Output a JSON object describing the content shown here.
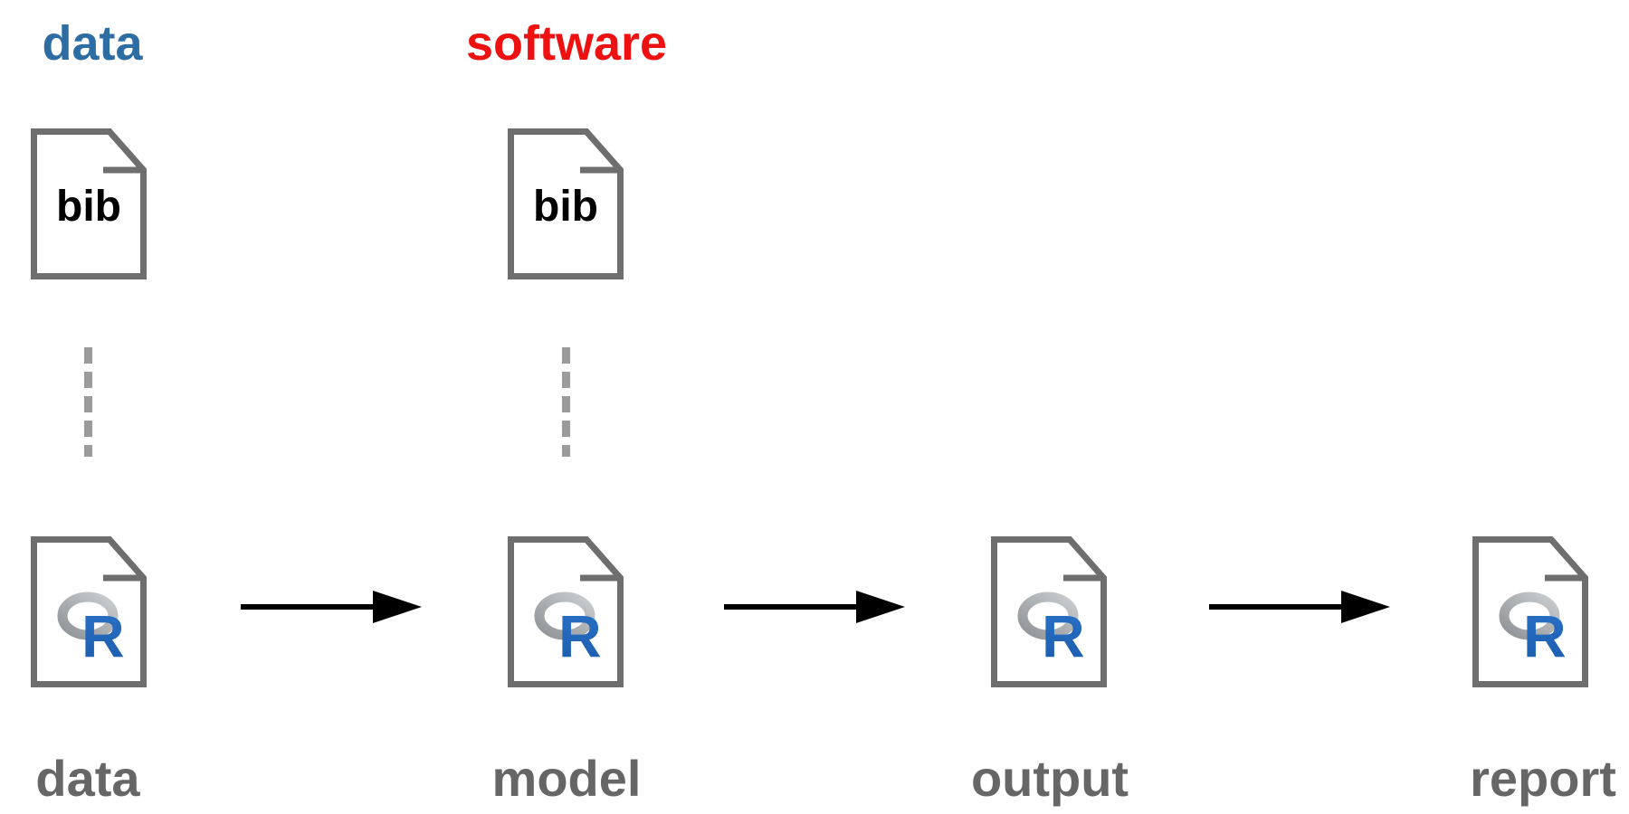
{
  "header": {
    "data_label": {
      "text": "data",
      "color": "#2e6da4"
    },
    "software_label": {
      "text": "software",
      "color": "#ee1111"
    }
  },
  "bib_files": [
    {
      "label": "bib",
      "column": "data"
    },
    {
      "label": "bib",
      "column": "model"
    }
  ],
  "r_logo": {
    "letter": "R"
  },
  "stages": [
    {
      "label": "data"
    },
    {
      "label": "model"
    },
    {
      "label": "output"
    },
    {
      "label": "report"
    }
  ],
  "flow": {
    "arrows": [
      {
        "from": "data",
        "to": "model"
      },
      {
        "from": "model",
        "to": "output"
      },
      {
        "from": "output",
        "to": "report"
      }
    ],
    "bib_attached_to": [
      "data",
      "model"
    ]
  },
  "colors": {
    "header_data": "#2e6da4",
    "header_software": "#ee1111",
    "stage_label": "#666666",
    "file_border": "#6e6e6e",
    "bib_text": "#000000",
    "arrow": "#000000",
    "dashed_connector": "#9b9b9b",
    "r_ring_light": "#cbced0",
    "r_ring_dark": "#8f9296",
    "r_blue_light": "#2a72c8",
    "r_blue_dark": "#1b5cac"
  }
}
